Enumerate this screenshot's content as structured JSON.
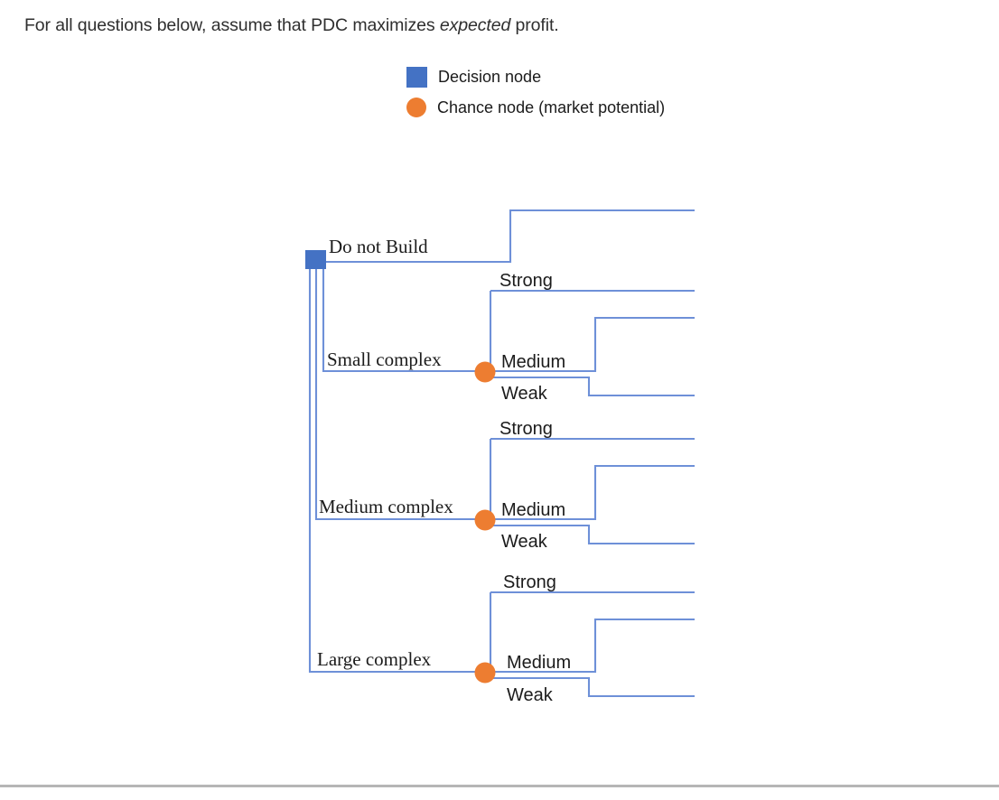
{
  "intro": {
    "text_before": "For all questions below, assume that PDC maximizes ",
    "emphasis": "expected",
    "text_after": " profit."
  },
  "legend": {
    "items": [
      {
        "shape": "square",
        "label": "Decision node",
        "color": "#4472c4",
        "icon": "decision-node-square-icon"
      },
      {
        "shape": "circle",
        "label": "Chance node  (market potential)",
        "color": "#ed7d31",
        "icon": "chance-node-circle-icon"
      }
    ]
  },
  "colors": {
    "branch_line": "#6e90d8",
    "decision_node": "#4472c4",
    "chance_node": "#ed7d31",
    "text": "#1b1b1b",
    "intro_text": "#2f2f2f",
    "divider": "#b6b6b6"
  },
  "tree": {
    "root": {
      "type": "decision",
      "label": ""
    },
    "decision_branches": [
      {
        "id": "do-not-build",
        "label": "Do not Build",
        "has_chance_node": false,
        "outcomes": []
      },
      {
        "id": "small-complex",
        "label": "Small complex",
        "has_chance_node": true,
        "outcomes": [
          {
            "label": "Strong"
          },
          {
            "label": "Medium"
          },
          {
            "label": "Weak"
          }
        ]
      },
      {
        "id": "medium-complex",
        "label": "Medium complex",
        "has_chance_node": true,
        "outcomes": [
          {
            "label": "Strong"
          },
          {
            "label": "Medium"
          },
          {
            "label": "Weak"
          }
        ]
      },
      {
        "id": "large-complex",
        "label": "Large complex",
        "has_chance_node": true,
        "outcomes": [
          {
            "label": "Strong"
          },
          {
            "label": "Medium"
          },
          {
            "label": "Weak"
          }
        ]
      }
    ]
  }
}
